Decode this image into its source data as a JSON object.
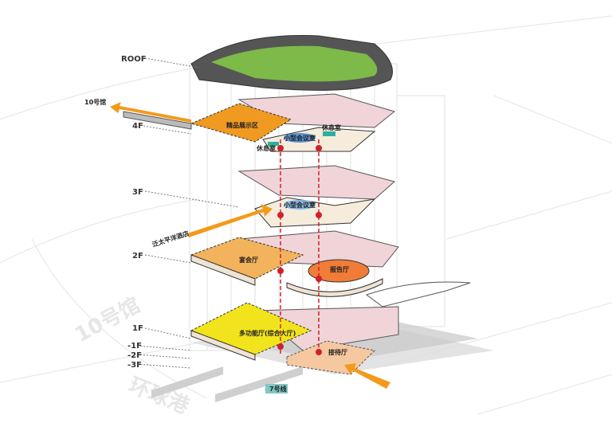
{
  "floors": {
    "roof": "ROOF",
    "f4": "4F",
    "f3": "3F",
    "f2": "2F",
    "f1": "1F",
    "b1": "-1F",
    "b2": "-2F",
    "b3": "-3F"
  },
  "connections": {
    "hall10": "10号馆",
    "hotel": "泛太平洋酒店",
    "metro7": "7号线"
  },
  "rooms": {
    "exhibition": "精品展示区",
    "lounge_a": "休息室",
    "lounge_b": "休息室",
    "meeting_4f": "小型会议室",
    "meeting_3f": "小型会议室",
    "banquet": "宴会厅",
    "lecture": "报告厅",
    "multi_hall": "多功能厅(综合大厅)",
    "reception": "接待厅"
  },
  "background": {
    "ghost_hall": "10号馆",
    "ghost_mall": "环球港"
  },
  "colors": {
    "arrow": "#f39a1b",
    "exhibition": "#f0a030",
    "multi_hall": "#f0e020",
    "roof": "#7dba4a",
    "circulation": "#d0202a",
    "floor_pink": "#f0d4d8"
  }
}
